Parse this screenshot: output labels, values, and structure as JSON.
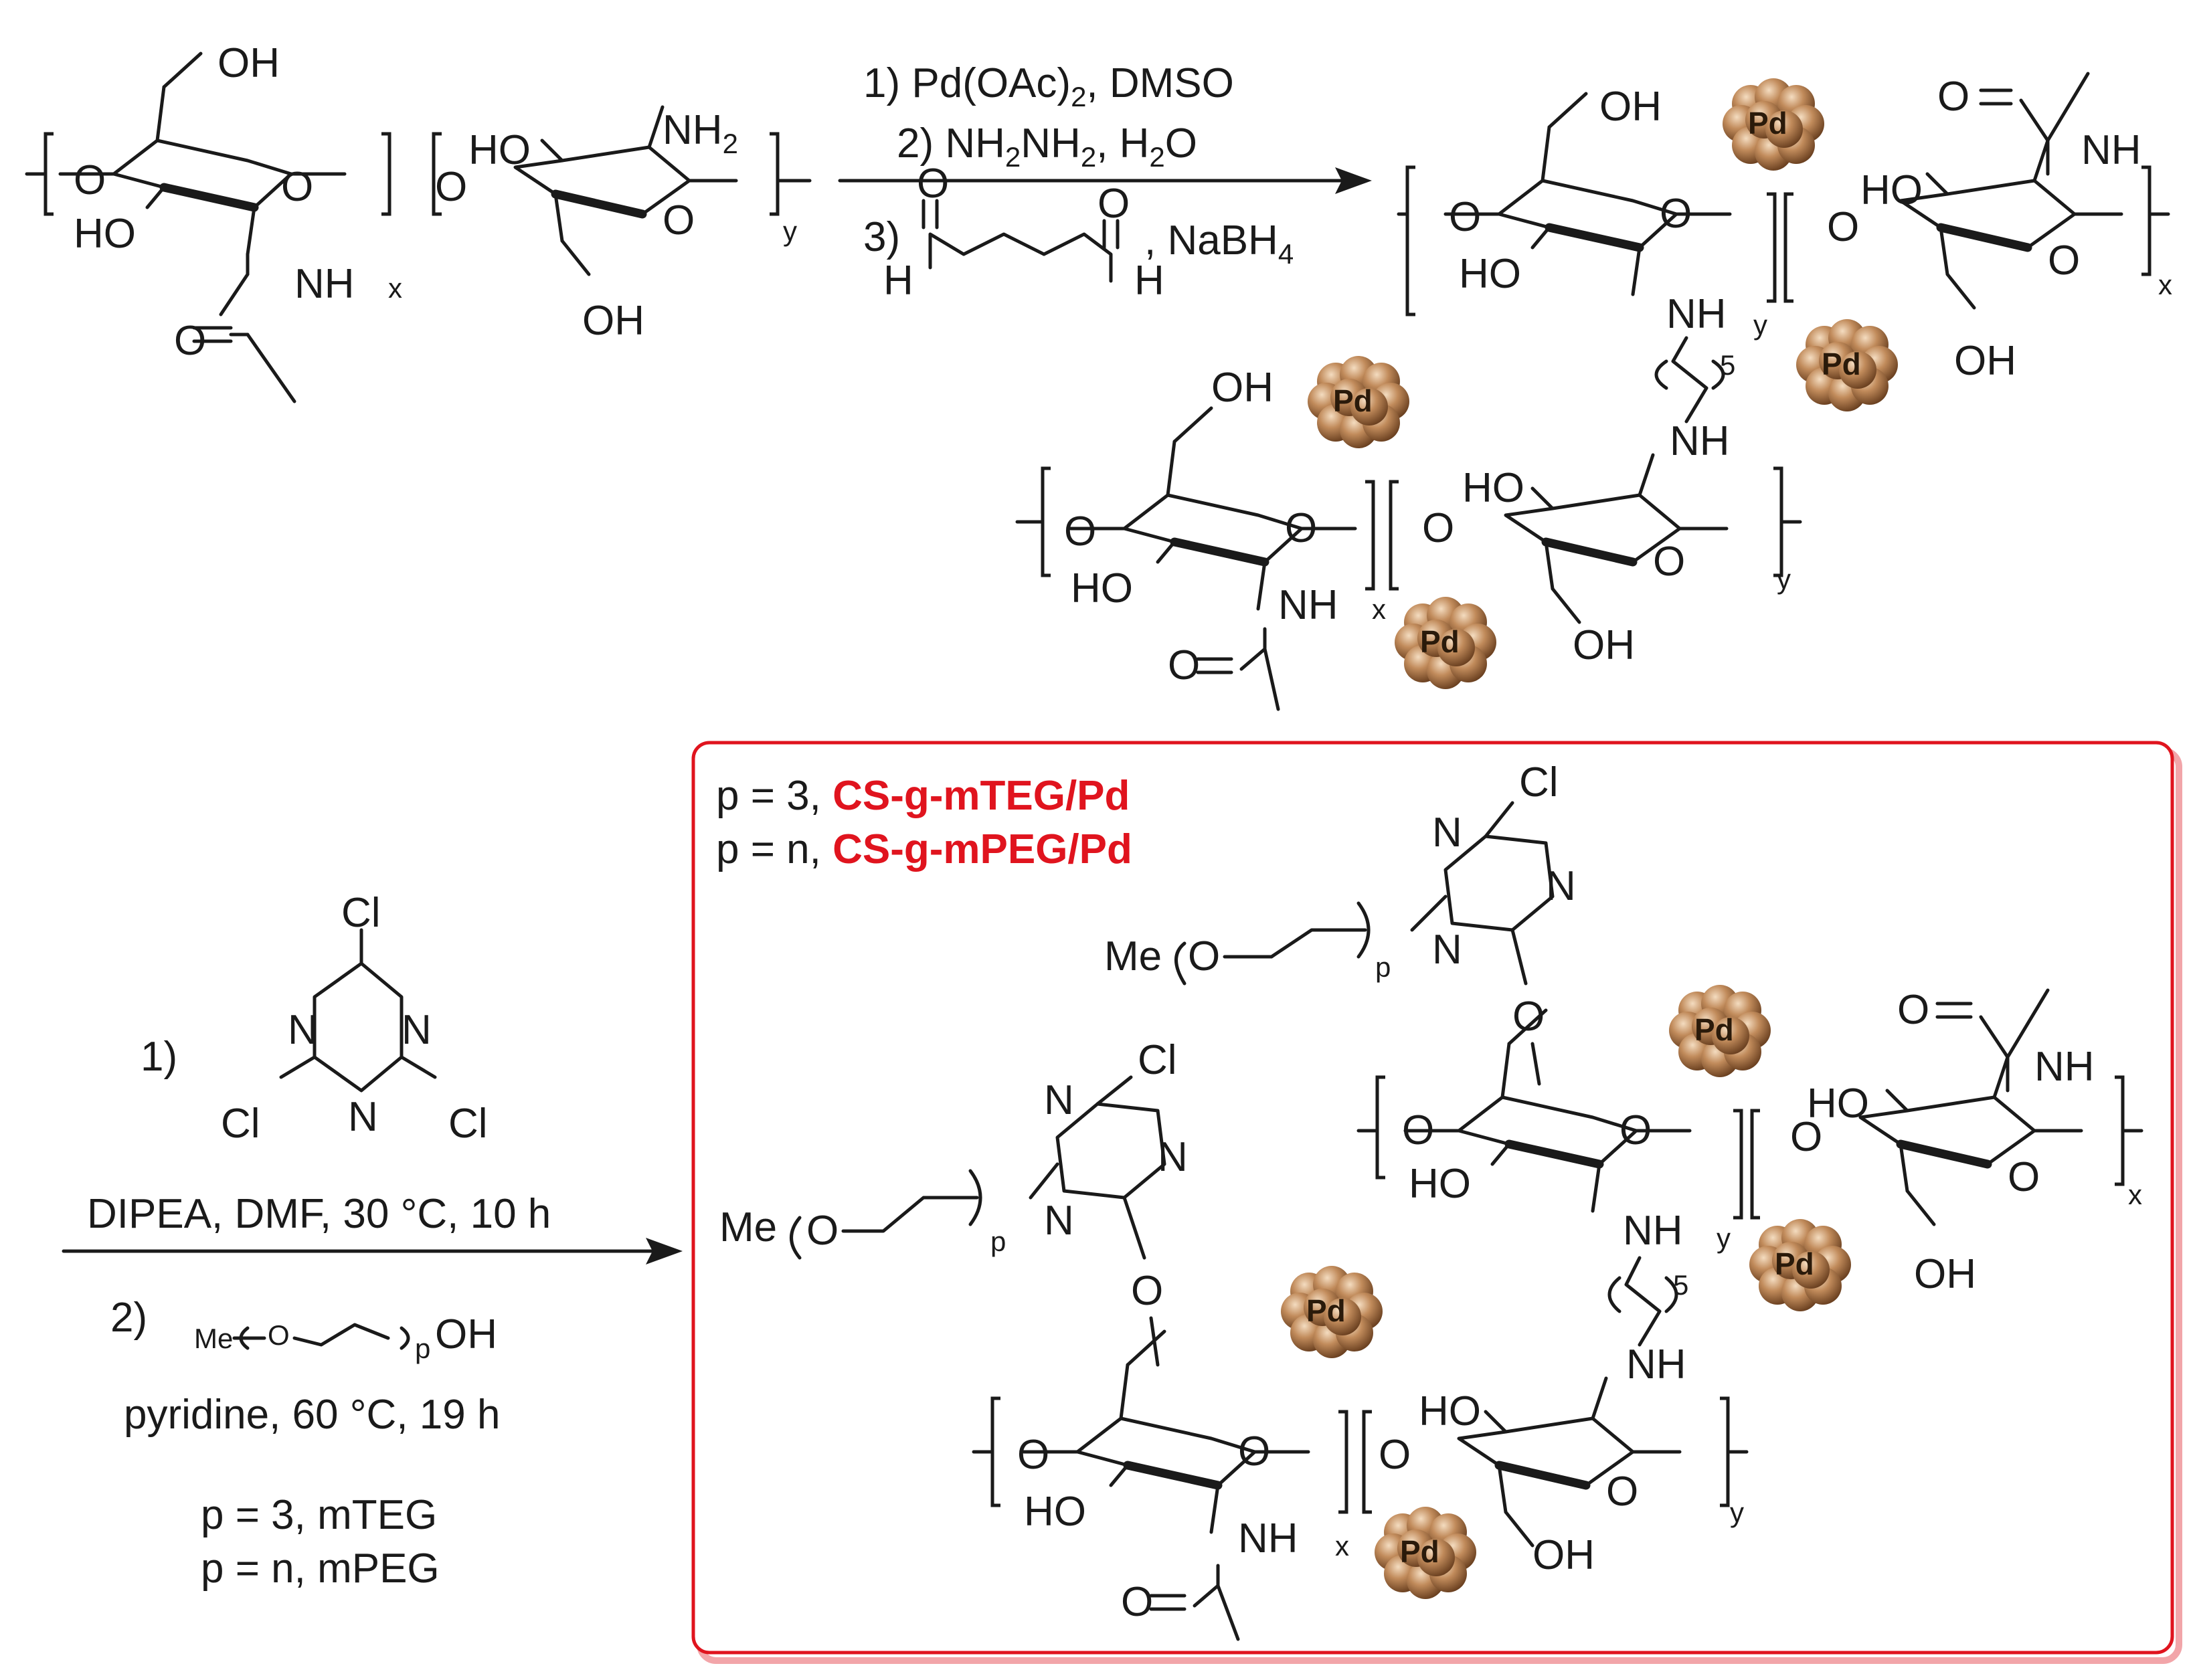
{
  "labels": {
    "OH": "OH",
    "HO": "HO",
    "O": "O",
    "NH": "NH",
    "NH2": "NH",
    "two": "2",
    "x": "x",
    "y": "y",
    "p": "p",
    "five": "5",
    "N": "N",
    "Cl": "Cl",
    "Me": "Me",
    "H": "H",
    "Pd": "Pd"
  },
  "step1": {
    "line1": "1) Pd(OAc)",
    "line1_sub": "2",
    "line1_tail": ", DMSO",
    "line2": "2) NH",
    "line2_sub1": "2",
    "line2_mid": "NH",
    "line2_sub2": "2",
    "line2_tail": ", H",
    "line2_sub3": "2",
    "line2_end": "O",
    "line3_num": "3)",
    "line3_reagent": ", NaBH",
    "line3_sub": "4"
  },
  "step2": {
    "num1": "1)",
    "conditions1": "DIPEA, DMF, 30 °C, 10 h",
    "num2": "2)",
    "conditions2": "pyridine, 60 °C, 19 h",
    "legend1": "p = 3, mTEG",
    "legend2": "p = n, mPEG"
  },
  "product": {
    "prefix1": "p = 3, ",
    "name1": "CS-g-mTEG/Pd",
    "prefix2": "p = n, ",
    "name2": "CS-g-mPEG/Pd"
  },
  "colors": {
    "accent_red": "#e0141e",
    "box_border": "#e0141e",
    "box_shadow": "#f2a5a9",
    "pd_particle": "#b07a4b",
    "pd_particle_dark": "#6a4020"
  }
}
